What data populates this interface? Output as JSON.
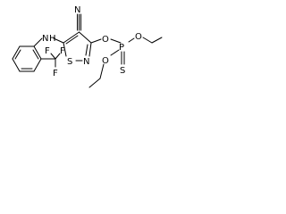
{
  "molecule": {
    "labels": {
      "nitrile_n": "N",
      "amine": "N",
      "amine_h": "H",
      "ring_s": "S",
      "ring_n": "N",
      "o_link": "O",
      "p": "P",
      "o_ethoxy_upper": "O",
      "o_ethoxy_lower": "O",
      "s_thio": "S",
      "f_upper_left": "F",
      "f_upper_right": "F",
      "f_lower": "F"
    },
    "colors": {
      "ink": "#000000",
      "background": "#ffffff"
    }
  }
}
